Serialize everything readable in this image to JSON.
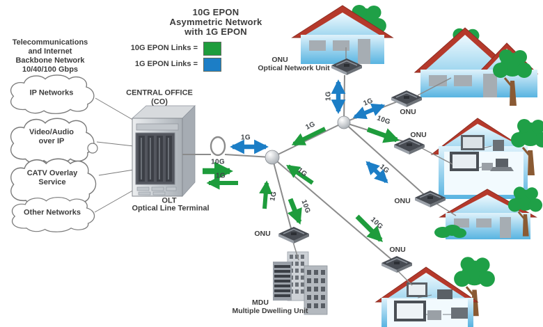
{
  "title": {
    "line1": "10G EPON",
    "line2": "Asymmetric Network",
    "line3": "with 1G EPON"
  },
  "legend": {
    "ten_g": {
      "label": "10G EPON Links =",
      "color": "#1e9c3c"
    },
    "one_g": {
      "label": "1G EPON Links =",
      "color": "#1c7ec6"
    }
  },
  "backbone": {
    "line1": "Telecommunications",
    "line2": "and Internet",
    "line3": "Backbone Network",
    "line4": "10/40/100 Gbps"
  },
  "clouds": {
    "ip": {
      "label": "IP Networks"
    },
    "video": {
      "line1": "Video/Audio",
      "line2": "over IP"
    },
    "catv": {
      "line1": "CATV Overlay",
      "line2": "Service"
    },
    "other": {
      "label": "Other Networks"
    }
  },
  "central_office": {
    "name": "CENTRAL OFFICE",
    "code": "(CO)"
  },
  "olt": {
    "abbr": "OLT",
    "full": "Optical Line Terminal"
  },
  "onu": {
    "top": {
      "abbr": "ONU",
      "full": "Optical Network Unit"
    },
    "top_right": "ONU",
    "mid_right": "ONU",
    "house_right": "ONU",
    "mdu": "ONU",
    "bottom": "ONU"
  },
  "mdu": {
    "abbr": "MDU",
    "full": "Multiple Dwelling Unit"
  },
  "links": {
    "feeder_1g": "1G",
    "feeder_10g": "10G",
    "feeder_1g_up": "1G",
    "trunk_1g": "1G",
    "top_1g": "1G",
    "top_right_1g": "1G",
    "mid_right_10g": "10G",
    "house_right_1g": "1G",
    "mdu_10g": "10G",
    "mdu_1g": "1G",
    "bottom_1g": "1G",
    "bottom_10g": "10G"
  },
  "colors": {
    "green_10g": "#1e9c3c",
    "blue_1g": "#1c7ec6",
    "roof_red": "#b5392b",
    "house_blue": "#7ec8e8",
    "tree_green": "#1fa047",
    "fiber_gray": "#8b8b8b"
  }
}
